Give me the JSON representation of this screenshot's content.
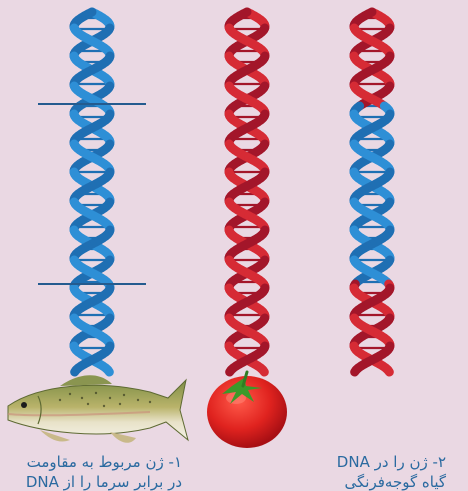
{
  "colors": {
    "background": "#ead8e3",
    "fish_dna_blue": "#2e8fd6",
    "fish_dna_blue_dark": "#1f6fb3",
    "tomato_dna_red": "#d62b35",
    "tomato_dna_red_dark": "#a3162a",
    "cut_line": "#245b8f",
    "caption_text": "#2a6aa0"
  },
  "illustration": {
    "fish_icon": "salmon-fish-icon",
    "tomato_icon": "tomato-icon",
    "strands": [
      {
        "name": "fish-dna-strand",
        "color": "blue"
      },
      {
        "name": "tomato-dna-strand",
        "color": "red"
      },
      {
        "name": "recombinant-dna-strand",
        "color": "red-with-blue-insert"
      }
    ]
  },
  "captions": {
    "left": {
      "line1": "۱- ژن مربوط به مقاومت",
      "line2": "در برابر سرما را از DNA"
    },
    "right": {
      "line1": "۲- ژن را در DNA",
      "line2": "گیاه گوجه‌فرنگی"
    }
  }
}
